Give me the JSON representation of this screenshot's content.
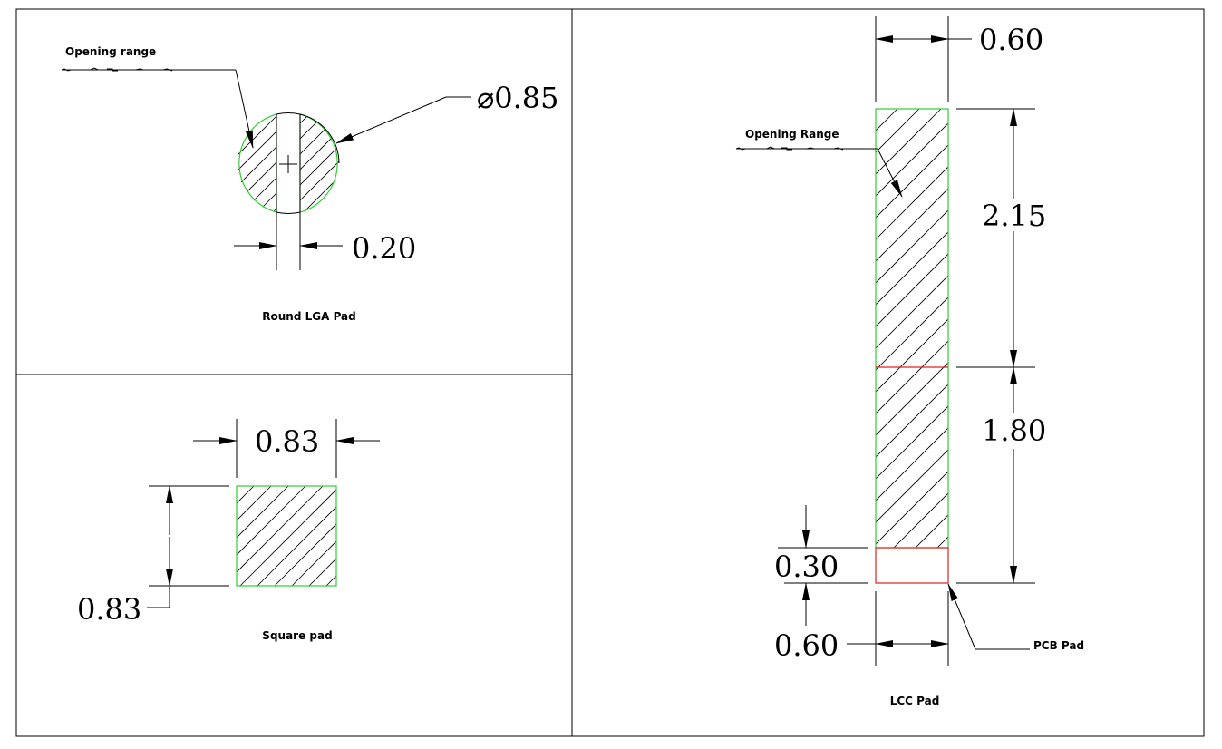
{
  "round_pad": {
    "title": "Round LGA Pad",
    "leader_label": "Opening range",
    "diameter": "⌀0.85",
    "gap": "0.20"
  },
  "square_pad": {
    "title": "Square pad",
    "width": "0.83",
    "height": "0.83"
  },
  "lcc_pad": {
    "title": "LCC Pad",
    "leader_label": "Opening Range",
    "pcb_label": "PCB Pad",
    "width_top": "0.60",
    "opening_length": "2.15",
    "mid_length": "1.80",
    "extension": "0.30",
    "width_bottom": "0.60"
  },
  "colors": {
    "opening_outline": "#33cc33",
    "pcb_outline": "#e02020",
    "lines": "#000000"
  }
}
